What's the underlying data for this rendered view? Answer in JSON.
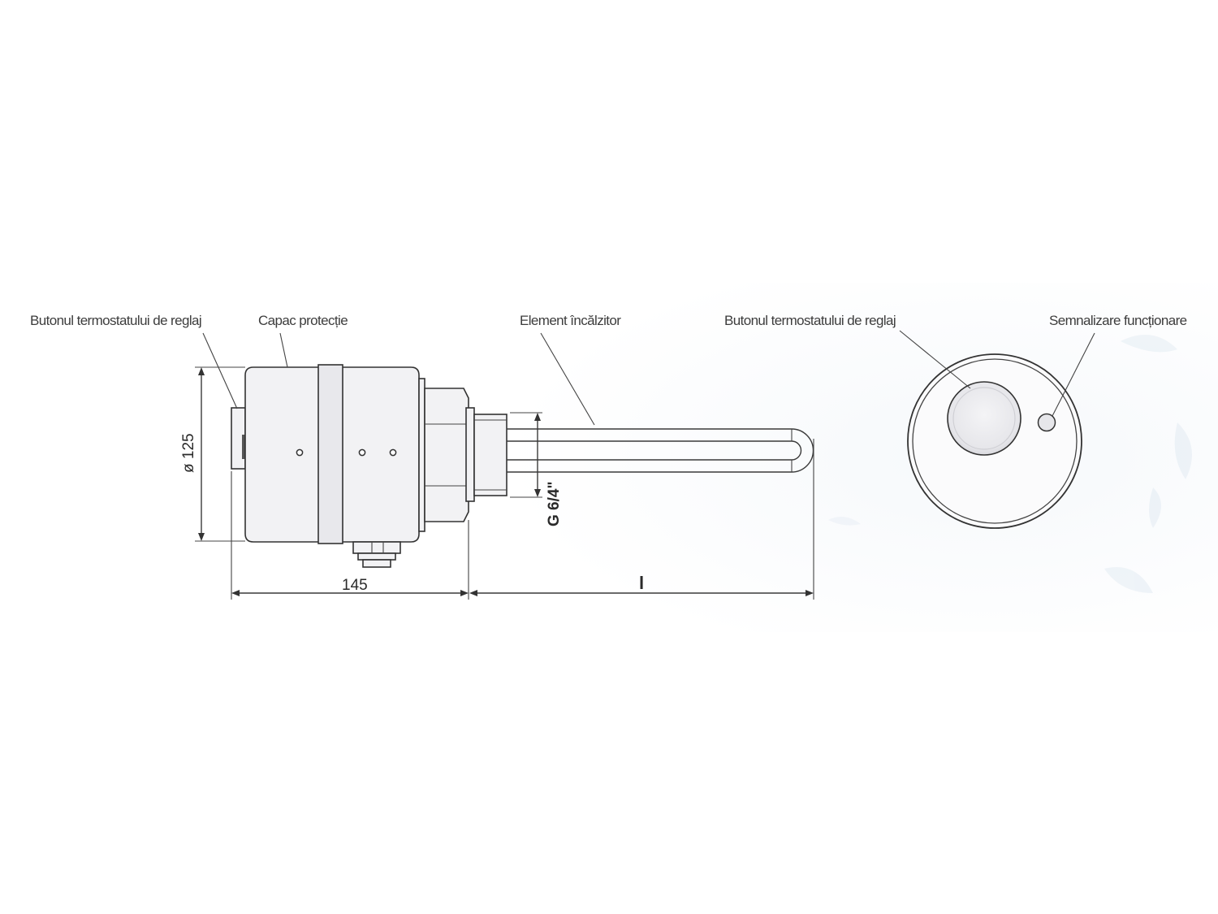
{
  "labels": {
    "side_knob": "Butonul termostatului de reglaj",
    "cover": "Capac protecție",
    "heating_element": "Element încălzitor",
    "front_knob": "Butonul termostatului de reglaj",
    "signal": "Semnalizare funcționare"
  },
  "dimensions": {
    "diameter": "ø 125",
    "thread": "G 6/4\"",
    "body_length": "145",
    "element_length": "l"
  },
  "colors": {
    "line": "#333333",
    "body": "#f2f2f4",
    "background_tint": "#e8eef5"
  }
}
